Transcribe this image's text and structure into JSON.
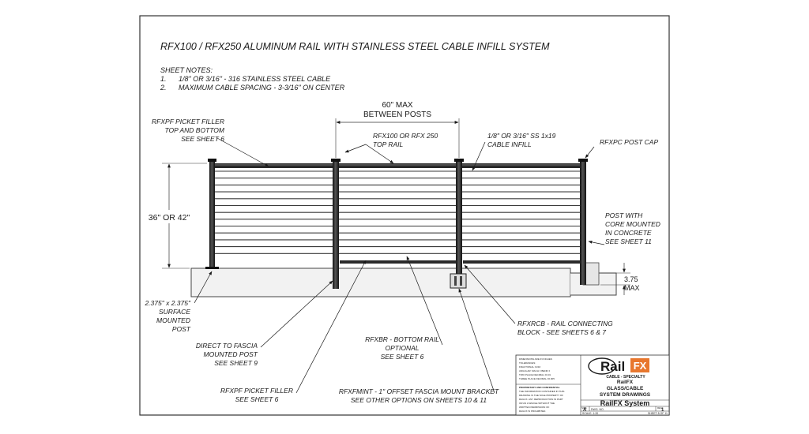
{
  "title": "RFX100  / RFX250 ALUMINUM RAIL WITH STAINLESS STEEL CABLE INFILL SYSTEM",
  "notes": {
    "heading": "SHEET NOTES:",
    "items": [
      {
        "num": "1.",
        "text": "1/8\" OR 3/16\" - 316 STAINLESS STEEL CABLE"
      },
      {
        "num": "2.",
        "text": "MAXIMUM CABLE SPACING - 3-3/16\" ON CENTER"
      }
    ]
  },
  "dimensions": {
    "span": [
      "60\" MAX",
      "BETWEEN POSTS"
    ],
    "height": "36\" OR 42\"",
    "embed": [
      "3.75",
      "MAX"
    ]
  },
  "callouts": {
    "picket_top": [
      "RFXPF PICKET FILLER",
      "TOP AND BOTTOM",
      "SEE SHEET 6"
    ],
    "top_rail": [
      "RFX100 OR RFX 250",
      "TOP RAIL"
    ],
    "cable_infill": [
      "1/8\" OR 3/16\" SS 1x19",
      "CABLE INFILL"
    ],
    "post_cap": [
      "RFXPC POST CAP"
    ],
    "core_post": [
      "POST WITH",
      "CORE MOUNTED",
      "IN CONCRETE",
      "SEE SHEET 11"
    ],
    "surface_post": [
      "2.375\" x 2.375\"",
      "SURFACE",
      "MOUNTED",
      "POST"
    ],
    "fascia_post": [
      "DIRECT TO FASCIA",
      "MOUNTED POST",
      "SEE SHEET 9"
    ],
    "bottom_rail": [
      "RFXBR - BOTTOM RAIL",
      "OPTIONAL",
      "SEE SHEET 6"
    ],
    "connecting_block": [
      "RFXRCB - RAIL CONNECTING",
      "BLOCK - SEE SHEETS 6 & 7"
    ],
    "picket_filler": [
      "RFXPF PICKET FILLER",
      "SEE SHEET 6"
    ],
    "fascia_bracket": [
      "RFXFMINT - 1\" OFFSET FASCIA MOUNT BRACKET",
      "SEE OTHER OPTIONS ON SHEETS 10 & 11"
    ]
  },
  "title_block": {
    "logo_text": "Rail",
    "logo_fx": "FX",
    "logo_sub": "CABLE - SPECIALTY",
    "company": "RailFX",
    "drawing_title": [
      "GLASS/CABLE",
      "SYSTEM DRAWINGS"
    ],
    "project": "RailFX System",
    "size_label": "SIZE",
    "size_value": "A",
    "dwg_label": "DWG. NO.",
    "rev_label": "REV.",
    "rev_value": "1",
    "sheet": "SHEET 8 OF 11",
    "scale": "SCALE: 1:20",
    "fine_print_left": [
      "DIMENSIONS ARE IN INCHES",
      "TOLERANCES:",
      "FRACTIONAL ±1/16",
      "ANGULAR: MACH ±  BEND ±",
      "TWO PLACE DECIMAL  ±0.01",
      "THREE PLACE DECIMAL  ±0.005"
    ],
    "proprietary_heading": "PROPRIETARY AND CONFIDENTIAL",
    "proprietary_text": [
      "THE INFORMATION CONTAINED IN THIS",
      "DRAWING IS THE SOLE PROPERTY OF",
      "RAILFX. ANY REPRODUCTION IN PART",
      "OR AS A WHOLE WITHOUT THE",
      "WRITTEN PERMISSION OF",
      "RAILFX IS PROHIBITED."
    ]
  },
  "colors": {
    "ink": "#1a1a1a",
    "logo_orange": "#e8772e",
    "concrete": "#f2f2f2"
  }
}
